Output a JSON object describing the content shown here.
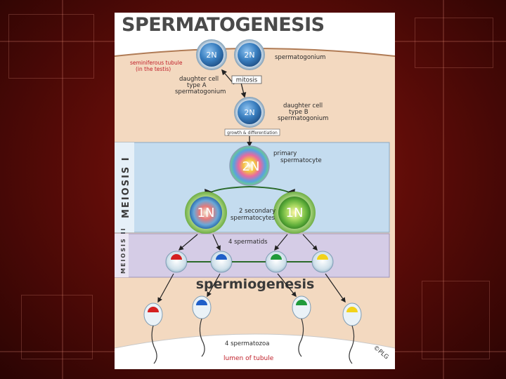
{
  "title": "SPERMATOGENESIS",
  "labels": {
    "tubule_line1": "seminiferous tubule",
    "tubule_line2": "(in the testis)",
    "spermatogonium": "spermatogonium",
    "mitosis": "mitosis",
    "daughter_a_line1": "daughter cell",
    "daughter_a_line2": "type A",
    "daughter_a_line3": "spermatogonium",
    "daughter_b_line1": "daughter cell",
    "daughter_b_line2": "type B",
    "daughter_b_line3": "spermatogonium",
    "growth": "growth & differentiation",
    "primary_line1": "primary",
    "primary_line2": "spermatocyte",
    "meiosis1": "MEIOSIS I",
    "meiosis2": "MEIOSIS II",
    "secondary_line1": "2 secondary",
    "secondary_line2": "spermatocytes",
    "spermatids": "4 spermatids",
    "spermiogenesis": "spermiogenesis",
    "spermatozoa": "4 spermatozoa",
    "lumen": "lumen of tubule",
    "copyright": "©PLG"
  },
  "ploidy": {
    "diploid": "2N",
    "haploid": "1N"
  },
  "colors": {
    "tubule_bg": "#f3d9c0",
    "meiosis_band": "#c4dcef",
    "meiosis2_band": "#d5cce6",
    "cell_blue": "#3a7fc0",
    "cell_green": "#8fc45a",
    "red_text": "#c0202a",
    "cap_red": "#d42020",
    "cap_blue": "#1f5fc8",
    "cap_green": "#1f9a3a",
    "cap_yellow": "#f2d21a"
  }
}
